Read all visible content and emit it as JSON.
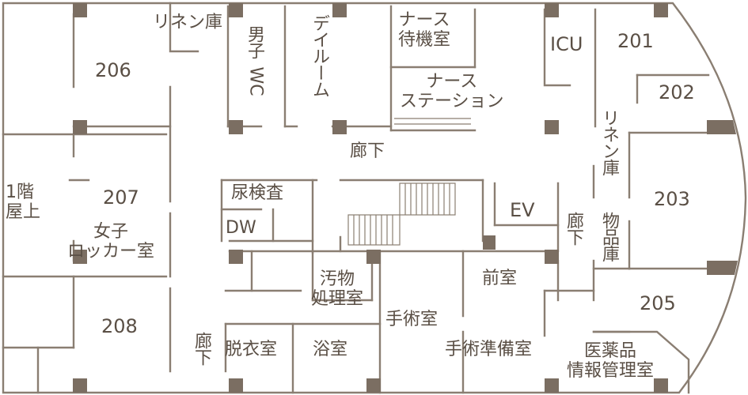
{
  "floor_plan": {
    "colors": {
      "wall": "#8a7e72",
      "pillar": "#7b6e62",
      "text": "#5a4f45",
      "stairs": "#8a7e72"
    },
    "rooms": {
      "linen_storage_top": "リネン庫",
      "mens_wc": "男子\nWC",
      "day_room": "デイルーム",
      "nurse_waiting": "ナース\n待機室",
      "nurse_station": "ナース\nステーション",
      "icu": "ICU",
      "r201": "201",
      "r202": "202",
      "r206": "206",
      "corridor_main": "廊下",
      "roof_first_floor": "1階\n屋上",
      "r207": "207",
      "womens_locker": "女子\nロッカー室",
      "urine_test": "尿検査",
      "dw": "DW",
      "ev": "EV",
      "linen_storage_right": "リネン庫",
      "r203": "203",
      "corridor_right": "廊下",
      "supply_storage": "物品庫",
      "soiled_utility": "汚物\n処理室",
      "anteroom": "前室",
      "operating_room": "手術室",
      "r208": "208",
      "r205": "205",
      "corridor_bottom": "廊下",
      "changing_room": "脱衣室",
      "bathroom": "浴室",
      "surgery_prep": "手術準備室",
      "medical_info": "医薬品\n情報管理室"
    }
  }
}
